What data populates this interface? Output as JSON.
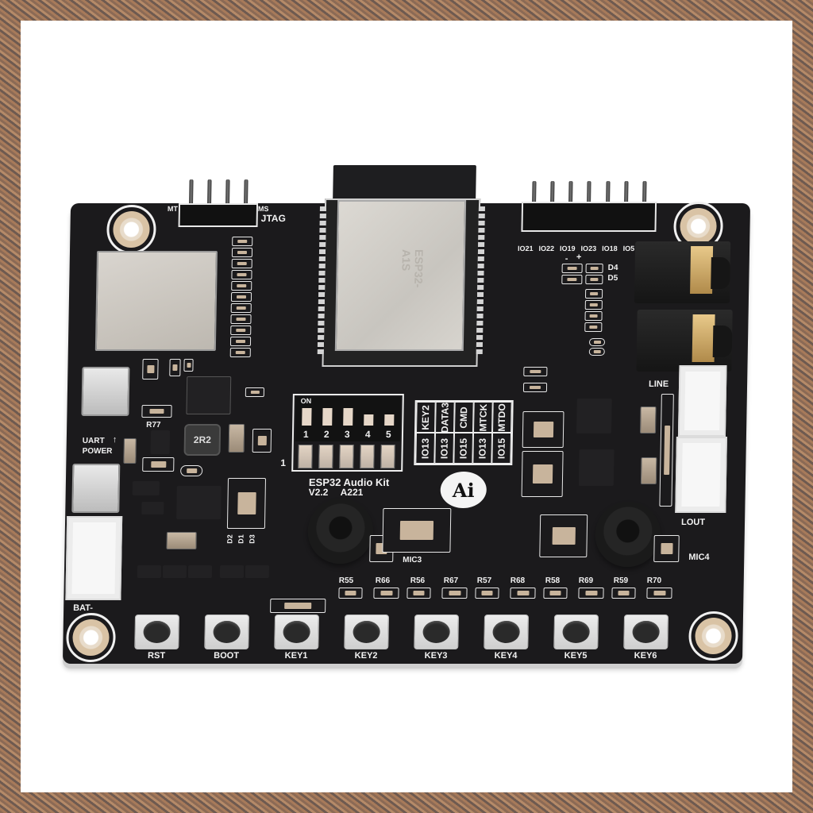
{
  "image": {
    "subject": "ESP32 Audio Kit development board",
    "background": "white with brown granite-textured frame border",
    "colors": {
      "pcb": "#1b1a1c",
      "silkscreen": "#f2f2f2",
      "frame": "#9a7358",
      "shield": "#d2cfc9",
      "gold": "#d6b57a"
    }
  },
  "board": {
    "title": "ESP32 Audio Kit",
    "version": "V2.2",
    "revision": "A221",
    "module_marking": "ESP32-A1S",
    "logo": "Ai"
  },
  "headers": {
    "jtag": {
      "label": "JTAG",
      "left_label": "MT",
      "right_label": "MS",
      "pin_count": 4
    },
    "gpio": {
      "labels": [
        "IO21",
        "IO22",
        "IO19",
        "IO23",
        "IO18",
        "IO5"
      ],
      "pin_count": 7
    }
  },
  "dip_switch": {
    "on_label": "ON",
    "positions": [
      "1",
      "2",
      "3",
      "4",
      "5"
    ],
    "side_label": "1"
  },
  "config_table": {
    "top_row": [
      "KEY2",
      "DATA3",
      "CMD",
      "MTCK",
      "MTDO"
    ],
    "bottom_row": [
      "IO13",
      "IO13",
      "IO15",
      "IO13",
      "IO15"
    ]
  },
  "labels": {
    "uart": "UART",
    "power": "POWER",
    "bat": "BAT-",
    "r77": "R77",
    "inductor": "2R2",
    "d4": "D4",
    "d5": "D5",
    "d1": "D1",
    "d2": "D2",
    "d3": "D3",
    "line": "LINE",
    "lout": "LOUT",
    "mic3": "MIC3",
    "mic4": "MIC4",
    "minus": "-",
    "plus": "+"
  },
  "resistor_labels": [
    "R55",
    "R66",
    "R56",
    "R67",
    "R57",
    "R68",
    "R58",
    "R69",
    "R59",
    "R70"
  ],
  "buttons": [
    {
      "label": "RST"
    },
    {
      "label": "BOOT"
    },
    {
      "label": "KEY1"
    },
    {
      "label": "KEY2"
    },
    {
      "label": "KEY3"
    },
    {
      "label": "KEY4"
    },
    {
      "label": "KEY5"
    },
    {
      "label": "KEY6"
    }
  ]
}
